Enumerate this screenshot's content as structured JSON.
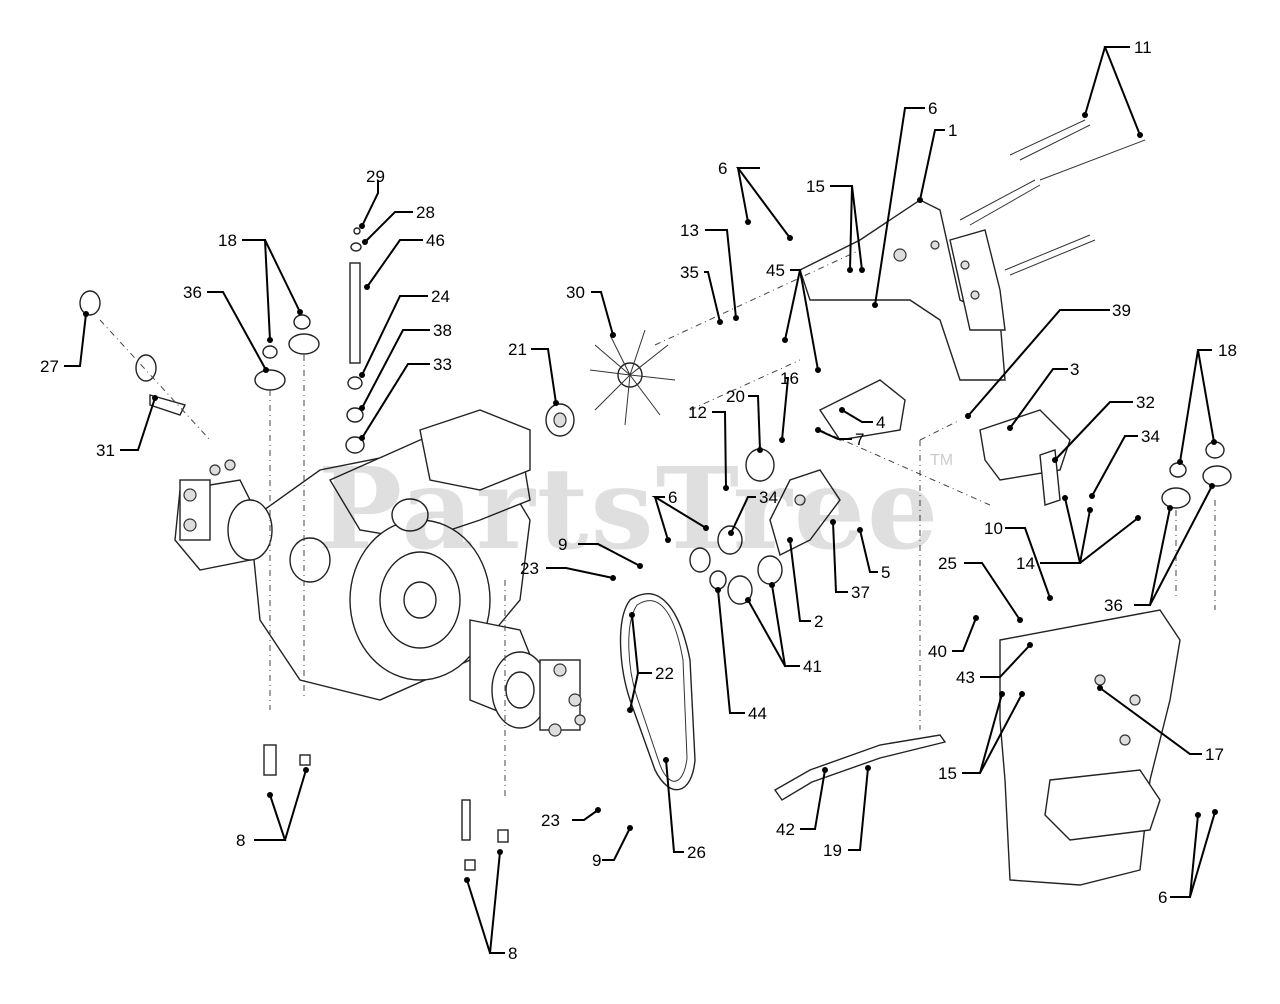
{
  "watermark": {
    "brand": "PartsTree",
    "trademark": "TM"
  },
  "callouts": [
    "1",
    "2",
    "3",
    "4",
    "5",
    "6",
    "7",
    "8",
    "9",
    "10",
    "11",
    "12",
    "13",
    "14",
    "15",
    "16",
    "17",
    "18",
    "19",
    "20",
    "21",
    "22",
    "23",
    "24",
    "25",
    "26",
    "27",
    "28",
    "29",
    "30",
    "31",
    "32",
    "33",
    "34",
    "35",
    "36",
    "37",
    "38",
    "39",
    "40",
    "41",
    "42",
    "43",
    "44",
    "45",
    "46"
  ]
}
